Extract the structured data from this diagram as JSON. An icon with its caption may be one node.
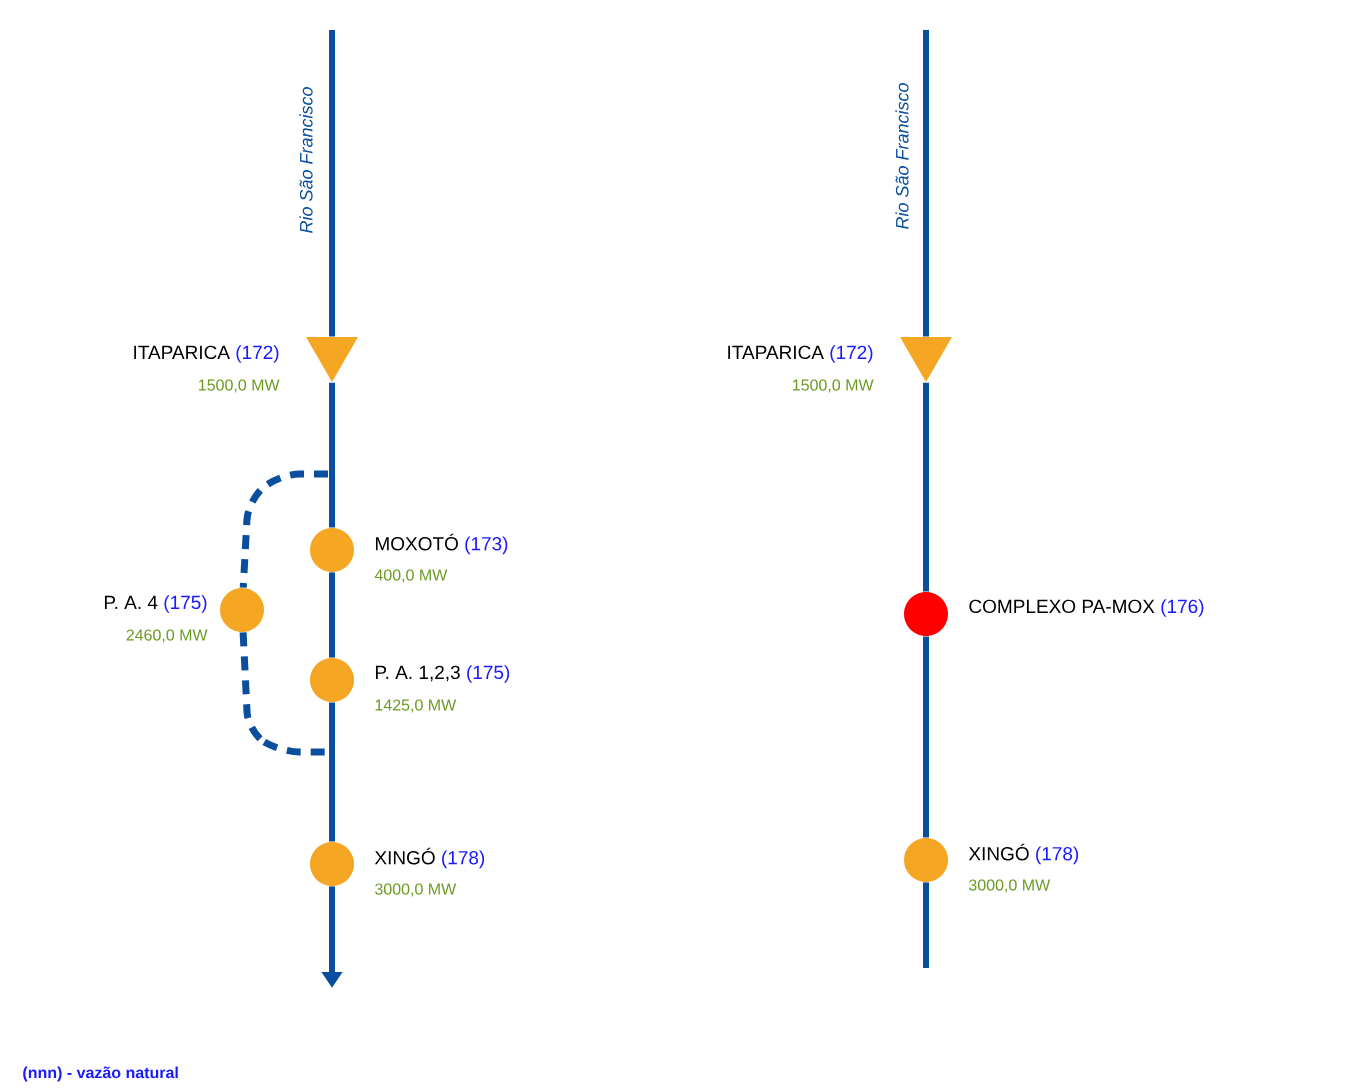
{
  "diagram": {
    "nodes": [
      {
        "text": [
          "ITAPARICA",
          "(172)",
          "1500,0 MW"
        ]
      },
      {
        "text": [
          "MOXOTÓ",
          "(173)",
          "400,0 MW"
        ]
      },
      {
        "text": [
          "P. A. 4",
          "(175)",
          "2460,0 MW"
        ]
      },
      {
        "text": [
          "P. A. 1,2,3",
          "(175)",
          "1425,0 MW"
        ]
      },
      {
        "text": [
          "XINGÓ",
          "(178)",
          "3000,0 MW"
        ]
      },
      {
        "text": [
          "ITAPARICA",
          "(172)",
          "1500,0 MW"
        ]
      },
      {
        "text": [
          "COMPLEXO PA-MOX",
          "(176)"
        ]
      },
      {
        "text": [
          "XINGÓ",
          "(178)",
          "3000,0 MW"
        ]
      }
    ],
    "edges": [
      {
        "from": null,
        "to": 0,
        "arrow": "none"
      },
      {
        "from": 0,
        "to": 1,
        "arrow": "none"
      },
      {
        "from": 1,
        "to": 3,
        "arrow": "none"
      },
      {
        "from": 3,
        "to": 4,
        "arrow": "none"
      },
      {
        "from": 4,
        "to": null,
        "arrow": "to"
      },
      {
        "from": null,
        "to": 2,
        "arrow": "none",
        "style": "dashed"
      },
      {
        "from": 2,
        "to": null,
        "arrow": "none",
        "style": "dashed"
      },
      {
        "from": null,
        "to": 5,
        "arrow": "none"
      },
      {
        "from": 5,
        "to": 6,
        "arrow": "none"
      },
      {
        "from": 6,
        "to": 7,
        "arrow": "none"
      },
      {
        "from": 7,
        "to": null,
        "arrow": "none"
      }
    ],
    "labels": [
      "Rio São Francisco",
      "Rio São Francisco",
      "(nnn) - vazão natural"
    ]
  }
}
